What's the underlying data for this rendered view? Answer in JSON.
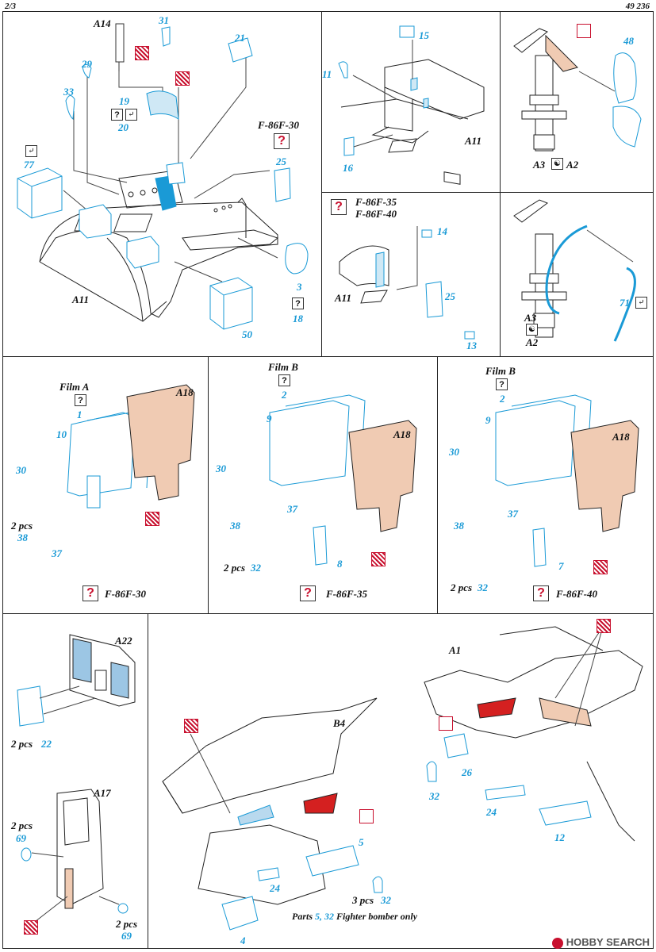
{
  "header": {
    "page": "2/3",
    "code": "49 236"
  },
  "variants": {
    "f30": "F-86F-30",
    "f35": "F-86F-35",
    "f40": "F-86F-40"
  },
  "films": {
    "a": "Film A",
    "b": "Film B"
  },
  "quantities": {
    "two_pcs": "2 pcs",
    "three_pcs": "3 pcs"
  },
  "note": {
    "prefix": "Parts",
    "parts": "5, 32",
    "suffix": "Fighter bomber only"
  },
  "symbols": {
    "question": "?"
  },
  "parts": {
    "A14": "A14",
    "A11": "A11",
    "A18": "A18",
    "A22": "A22",
    "A17": "A17",
    "A1": "A1",
    "B4": "B4",
    "A3": "A3",
    "A2": "A2",
    "p1": "1",
    "p2": "2",
    "p3": "3",
    "p4": "4",
    "p5": "5",
    "p7": "7",
    "p8": "8",
    "p9": "9",
    "p10": "10",
    "p11": "11",
    "p12": "12",
    "p13": "13",
    "p14": "14",
    "p15": "15",
    "p16": "16",
    "p18": "18",
    "p19": "19",
    "p20": "20",
    "p21": "21",
    "p22": "22",
    "p24": "24",
    "p25": "25",
    "p26": "26",
    "p29": "29",
    "p30": "30",
    "p31": "31",
    "p32": "32",
    "p33": "33",
    "p37": "37",
    "p38": "38",
    "p48": "48",
    "p50": "50",
    "p69": "69",
    "p71": "71",
    "p77": "77"
  },
  "watermark": "HOBBY SEARCH",
  "colors": {
    "etch_blue": "#1a9ad6",
    "instrument_tan": "#f0cbb3",
    "question_red": "#c8102e"
  }
}
